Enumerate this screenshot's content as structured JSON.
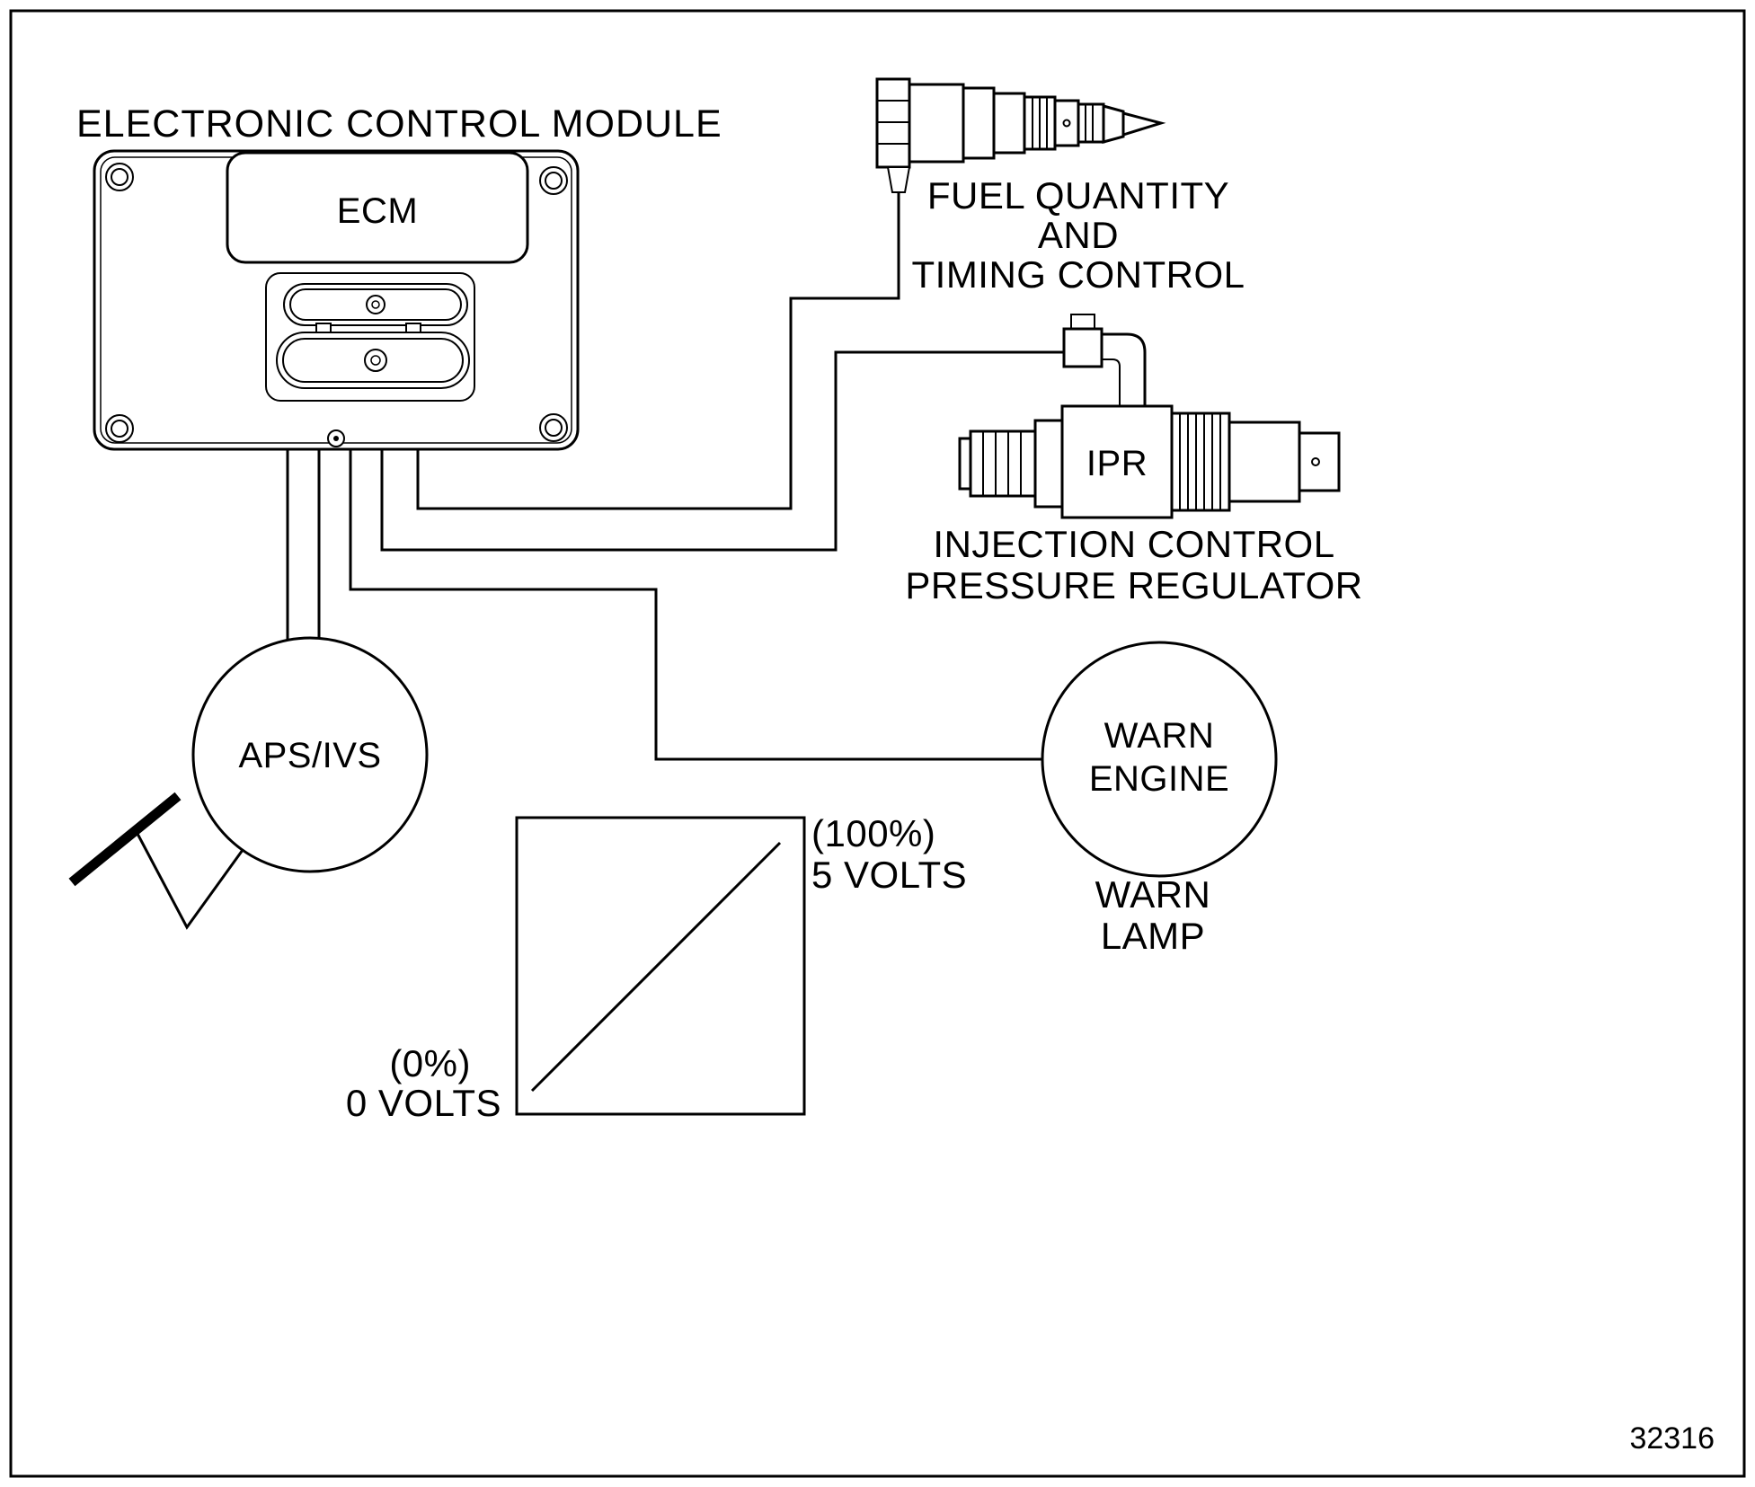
{
  "diagram": {
    "title": "ELECTRONIC CONTROL MODULE",
    "figure_number": "32316",
    "ecm": {
      "label": "ECM"
    },
    "fuel_control": {
      "line1": "FUEL QUANTITY",
      "line2": "AND",
      "line3": "TIMING CONTROL"
    },
    "ipr": {
      "label": "IPR",
      "caption_line1": "INJECTION CONTROL",
      "caption_line2": "PRESSURE REGULATOR"
    },
    "aps": {
      "label": "APS/IVS"
    },
    "warn_engine": {
      "line1": "WARN",
      "line2": "ENGINE"
    },
    "warn_lamp": {
      "line1": "WARN",
      "line2": "LAMP"
    },
    "graph": {
      "max_pct": "(100%)",
      "max_volts": "5 VOLTS",
      "min_pct": "(0%)",
      "min_volts": "0 VOLTS"
    },
    "colors": {
      "line": "#000000",
      "background": "#ffffff"
    }
  }
}
